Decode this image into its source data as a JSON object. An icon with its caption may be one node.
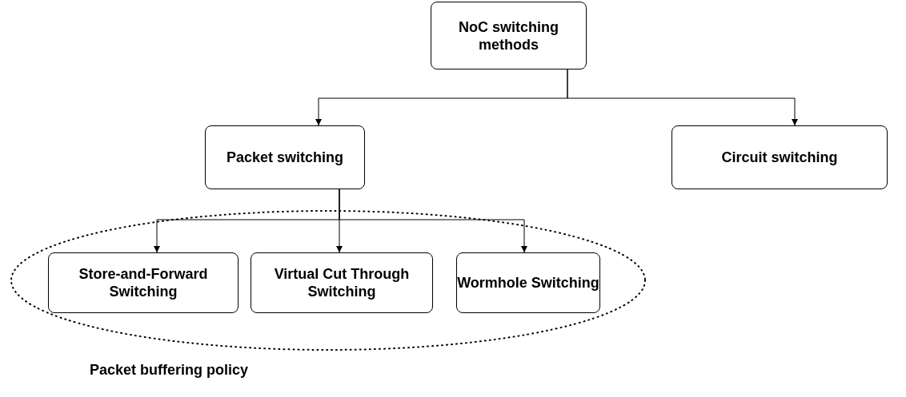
{
  "diagram": {
    "nodes": [
      {
        "text": [
          "NoC switching methods"
        ]
      },
      {
        "text": [
          "Packet switching"
        ]
      },
      {
        "text": [
          "Circuit switching"
        ]
      },
      {
        "text": [
          "Packet buffering policy"
        ]
      },
      {
        "text": [
          "Store-and-Forward Switching"
        ],
        "in": 3
      },
      {
        "text": [
          "Virtual Cut Through Switching"
        ],
        "in": 3
      },
      {
        "text": [
          "Wormhole Switching"
        ],
        "in": 3
      }
    ],
    "edges": [
      {
        "from": 0,
        "to": 1,
        "arrow": "to"
      },
      {
        "from": 0,
        "to": 2,
        "arrow": "to"
      },
      {
        "from": 1,
        "to": 4,
        "arrow": "to"
      },
      {
        "from": 1,
        "to": 5,
        "arrow": "to"
      },
      {
        "from": 1,
        "to": 6,
        "arrow": "to"
      }
    ]
  }
}
